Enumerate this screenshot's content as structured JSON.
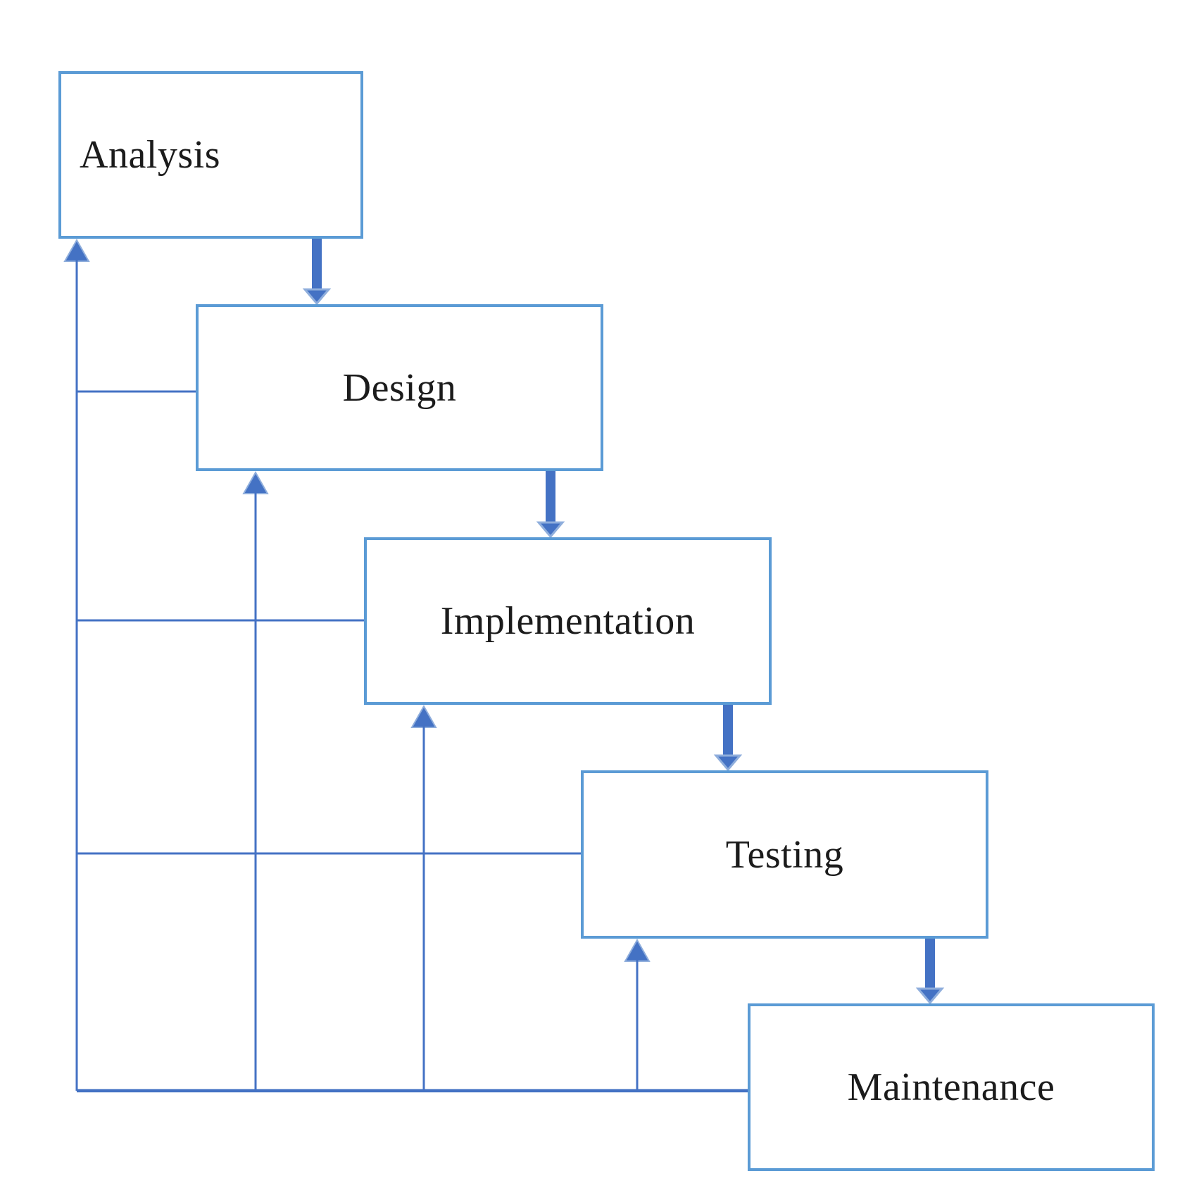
{
  "diagram": {
    "type": "flowchart",
    "description": "Waterfall style software process diagram with forward arrows between phases and feedback lines returning to earlier phases"
  },
  "nodes": [
    {
      "id": "analysis",
      "label": "Analysis"
    },
    {
      "id": "design",
      "label": "Design"
    },
    {
      "id": "implementation",
      "label": "Implementation"
    },
    {
      "id": "testing",
      "label": "Testing"
    },
    {
      "id": "maintenance",
      "label": "Maintenance"
    }
  ],
  "edges": {
    "forward": [
      {
        "from": "Analysis",
        "to": "Design"
      },
      {
        "from": "Design",
        "to": "Implementation"
      },
      {
        "from": "Implementation",
        "to": "Testing"
      },
      {
        "from": "Testing",
        "to": "Maintenance"
      }
    ],
    "feedback": [
      {
        "from": "Design",
        "to": "Analysis"
      },
      {
        "from": "Implementation",
        "to": "Analysis"
      },
      {
        "from": "Testing",
        "to": "Analysis"
      },
      {
        "from": "Maintenance",
        "to": "Analysis"
      },
      {
        "from": "Maintenance",
        "to": "Design"
      },
      {
        "from": "Maintenance",
        "to": "Implementation"
      },
      {
        "from": "Maintenance",
        "to": "Testing"
      }
    ]
  },
  "colors": {
    "box_border": "#5b9bd5",
    "connector": "#4472c4",
    "connector_light": "#8faedc",
    "text": "#1b1b1b",
    "background": "#ffffff"
  }
}
